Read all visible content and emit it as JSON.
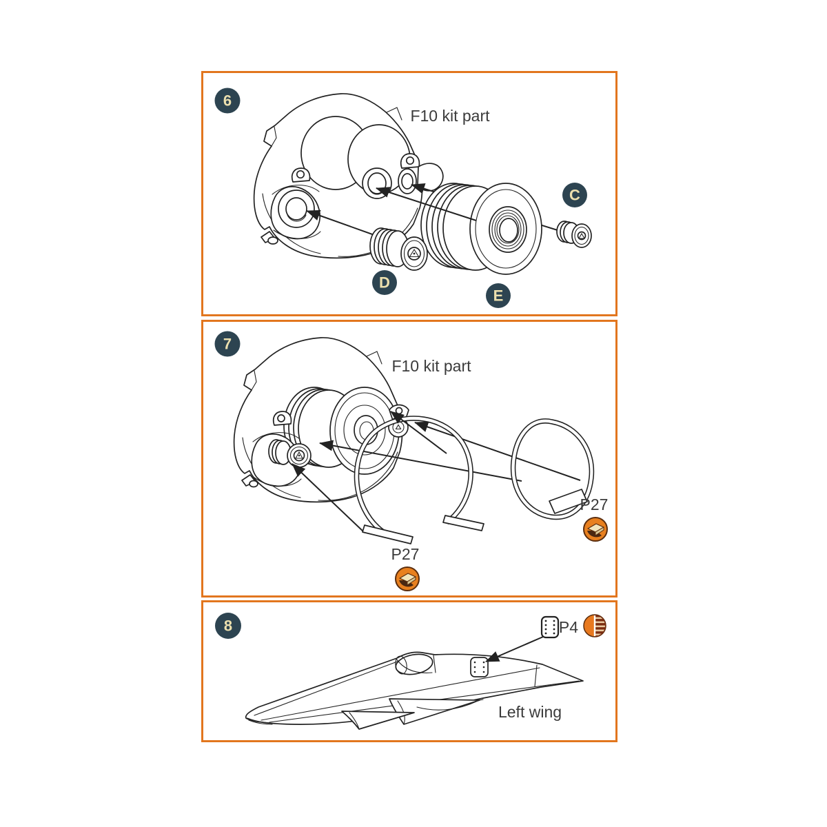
{
  "document": {
    "kind": "scale-model-assembly-instructions"
  },
  "colors": {
    "panel_border": "#E2761E",
    "badge_background": "#2D4451",
    "badge_text": "#EDE0AE",
    "line_art": "#222222",
    "label_text": "#3B3B3B",
    "icon_orange": "#E8801F",
    "icon_dark_brown": "#5A2D0E",
    "icon_cream": "#F2E5BC"
  },
  "icons": {
    "resin_part": "3d-printed-part-icon",
    "photo_etch_part": "photo-etch-part-icon"
  },
  "steps": [
    {
      "number": "6",
      "kit_part_label": "F10 kit part",
      "part_badges": {
        "c": "C",
        "d": "D",
        "e": "E"
      }
    },
    {
      "number": "7",
      "kit_part_label": "F10 kit part",
      "part_labels": {
        "bottom": "P27",
        "right": "P27"
      }
    },
    {
      "number": "8",
      "part_label": "P4",
      "location_label": "Left wing"
    }
  ]
}
